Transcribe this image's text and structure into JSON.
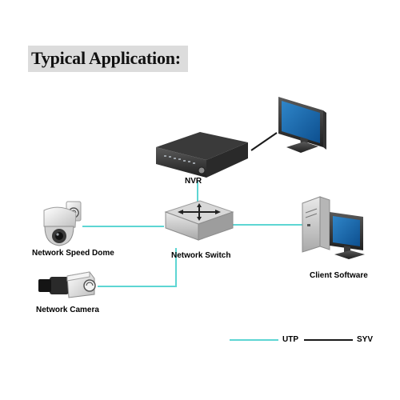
{
  "title": "Typical Application:",
  "colors": {
    "utp": "#5ed6d3",
    "syv": "#1a1a1a",
    "title_band": "#dcdcdc"
  },
  "devices": {
    "nvr": "NVR",
    "network_switch": "Network Switch",
    "network_speed_dome": "Network Speed Dome",
    "network_camera": "Network Camera",
    "client_software": "Client Software"
  },
  "legend": {
    "utp": "UTP",
    "syv": "SYV"
  },
  "icons": {
    "monitor": "monitor-icon",
    "nvr": "nvr-icon",
    "switch": "network-switch-icon",
    "speed_dome": "speed-dome-icon",
    "camera": "box-camera-icon",
    "client_pc": "desktop-pc-icon"
  }
}
